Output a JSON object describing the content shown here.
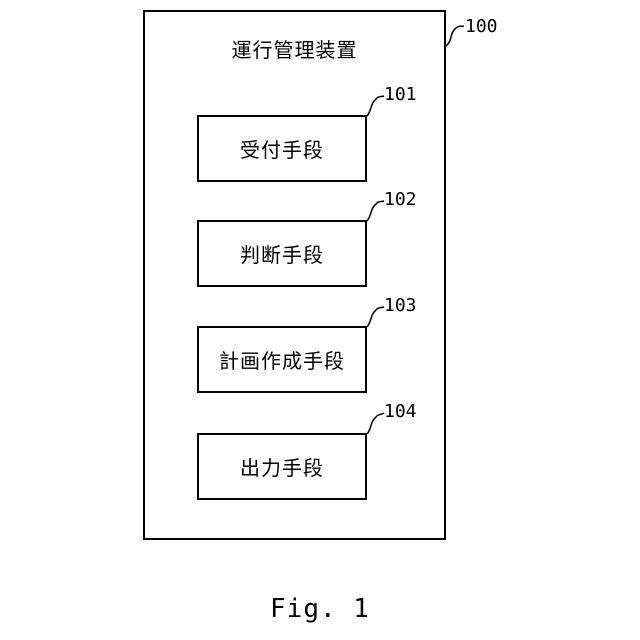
{
  "diagram": {
    "device": {
      "ref": "100",
      "title": "運行管理装置"
    },
    "units": [
      {
        "ref": "101",
        "label": "受付手段"
      },
      {
        "ref": "102",
        "label": "判断手段"
      },
      {
        "ref": "103",
        "label": "計画作成手段"
      },
      {
        "ref": "104",
        "label": "出力手段"
      }
    ],
    "caption": "Fig. 1"
  }
}
